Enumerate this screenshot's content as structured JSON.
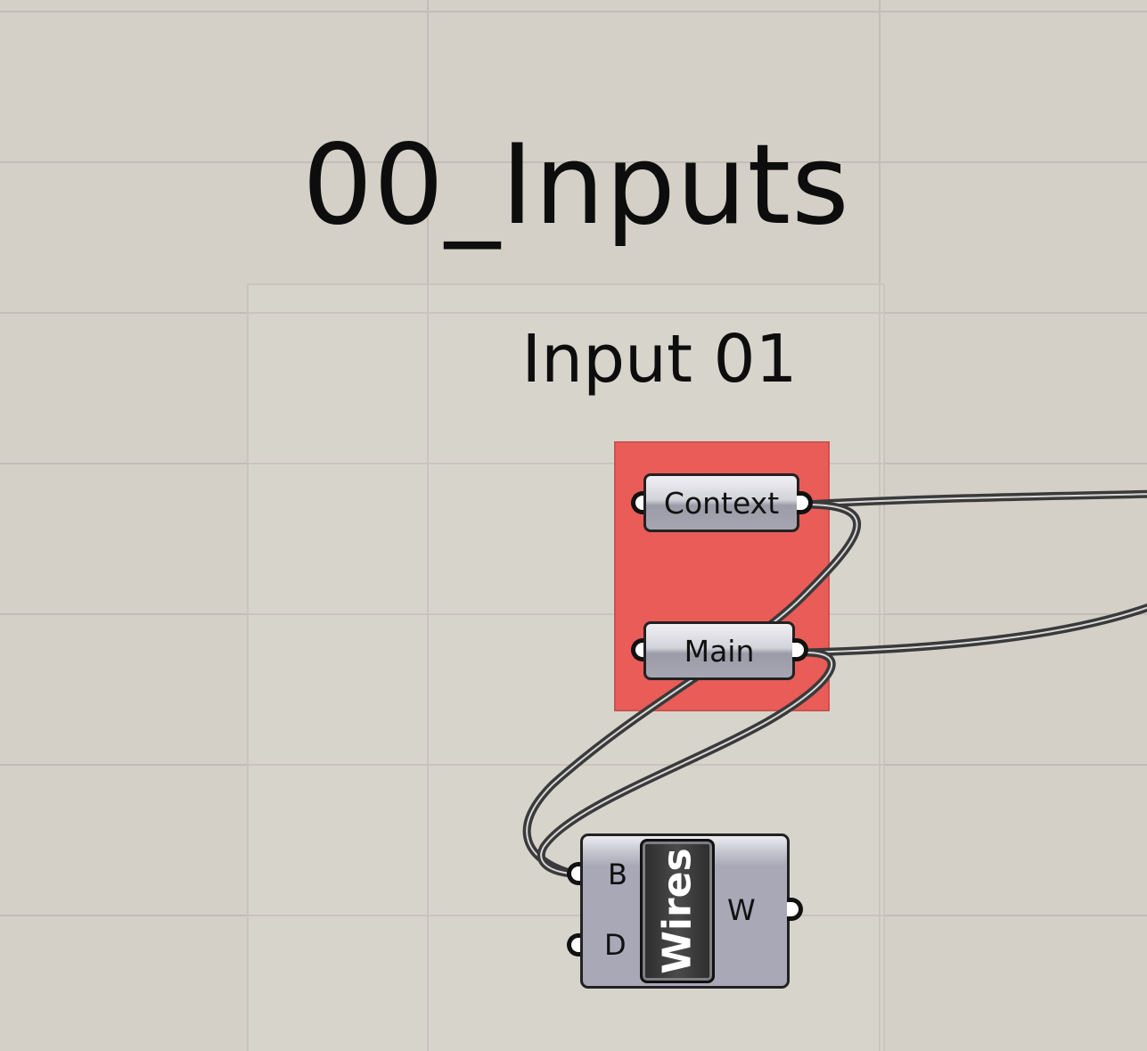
{
  "canvas": {
    "title": "00_Inputs",
    "group_label": "Input 01",
    "colors": {
      "background": "#d4d0c8",
      "grid": "#c2beb7",
      "red_group": "#e95c58",
      "wire": "#3a3a3a"
    }
  },
  "params": {
    "context": {
      "label": "Context"
    },
    "main": {
      "label": "Main"
    }
  },
  "component": {
    "nickname": "Wires",
    "inputs": [
      "B",
      "D"
    ],
    "outputs": [
      "W"
    ]
  }
}
